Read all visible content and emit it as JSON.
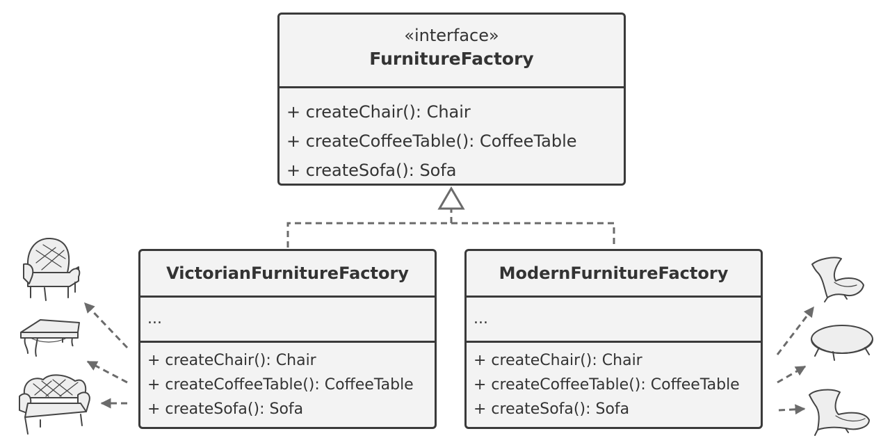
{
  "interface_box": {
    "stereotype": "«interface»",
    "name": "FurnitureFactory",
    "methods": [
      "+ createChair(): Chair",
      "+ createCoffeeTable(): CoffeeTable",
      "+ createSofa(): Sofa"
    ]
  },
  "victorian_box": {
    "name": "VictorianFurnitureFactory",
    "fields": "...",
    "methods": [
      "+ createChair(): Chair",
      "+ createCoffeeTable(): CoffeeTable",
      "+ createSofa(): Sofa"
    ]
  },
  "modern_box": {
    "name": "ModernFurnitureFactory",
    "fields": "...",
    "methods": [
      "+ createChair(): Chair",
      "+ createCoffeeTable(): CoffeeTable",
      "+ createSofa(): Sofa"
    ]
  },
  "icons": {
    "victorian": [
      "victorian-armchair-icon",
      "victorian-coffee-table-icon",
      "victorian-sofa-icon"
    ],
    "modern": [
      "modern-chair-icon",
      "modern-coffee-table-icon",
      "modern-sofa-icon"
    ]
  },
  "colors": {
    "box_fill": "#f3f3f3",
    "box_border": "#3a3a3a",
    "arrow": "#6b6b6b",
    "text": "#333333"
  }
}
